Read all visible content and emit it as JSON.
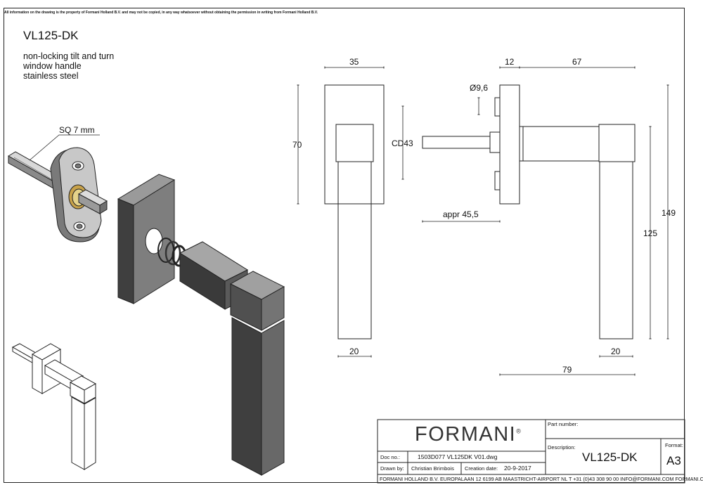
{
  "disclaimer": "All information on the drawing is the property of Formani Holland B.V. and may not be copied, in any way whatsoever without obtaining the permission in writing from Formani Holland B.V.",
  "product": {
    "code": "VL125-DK",
    "description_lines": [
      "non-locking tilt and turn",
      "window handle",
      "stainless steel"
    ]
  },
  "callouts": {
    "spindle": "SQ 7 mm"
  },
  "dimensions": {
    "front_width": "35",
    "front_height": "70",
    "front_bottom_width": "20",
    "side_rose_thickness": "12",
    "side_handle_length": "67",
    "spindle_diameter": "Ø9,6",
    "center_distance": "CD43",
    "spindle_length": "appr 45,5",
    "total_height": "149",
    "grip_height": "125",
    "side_bottom_width": "20",
    "total_depth": "79"
  },
  "title_block": {
    "brand": "FORMANI",
    "brand_mark": "®",
    "part_number_label": "Part number:",
    "part_number_value": "",
    "description_label": "Description:",
    "description_value": "VL125-DK",
    "format_label": "Format:",
    "format_value": "A3",
    "doc_no_label": "Doc no.:",
    "doc_no_value": "1503D077 VL125DK V01.dwg",
    "drawn_by_label": "Drawn by:",
    "drawn_by_value": "Christian Brimbois",
    "creation_date_label": "Creation date:",
    "creation_date_value": "20-9-2017",
    "footer": "FORMANI HOLLAND B.V.  EUROPALAAN 12  6199 AB MAASTRICHT-AIRPORT NL  T +31 (0)43 308 90 00 INFO@FORMANI.COM FORMANI.COM"
  },
  "colors": {
    "line": "#222222",
    "steel_dark": "#4a4a4a",
    "steel_mid": "#6e6e6e",
    "steel_light": "#9a9a9a",
    "steel_pale": "#c4c4c4",
    "brass": "#c8a24a"
  }
}
